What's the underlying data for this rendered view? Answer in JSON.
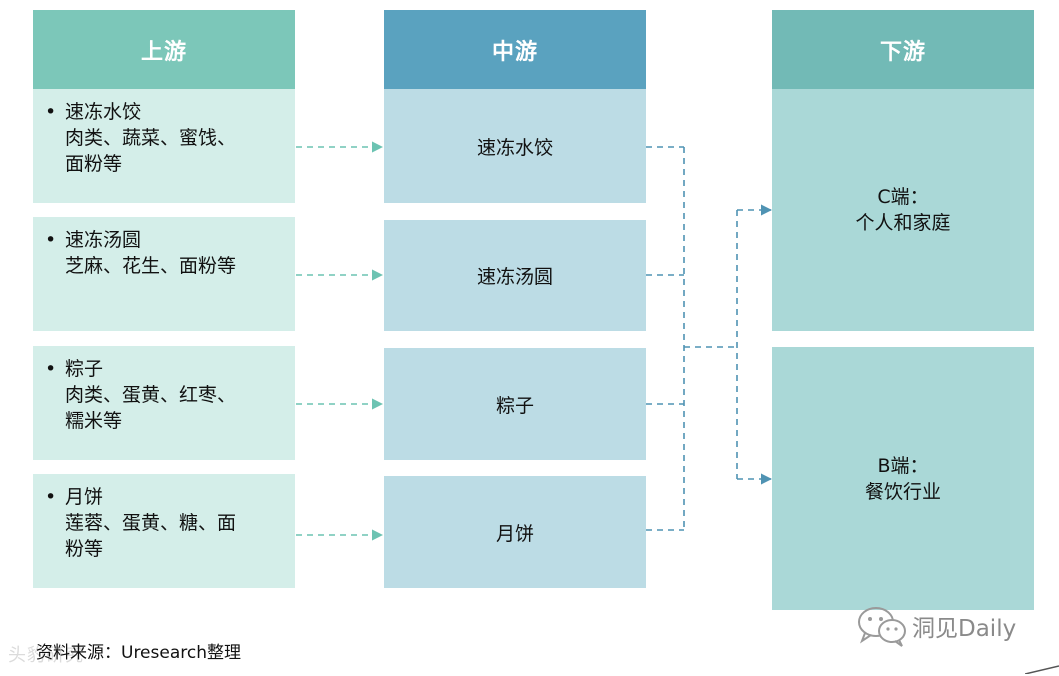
{
  "headers": {
    "upstream": "上游",
    "midstream": "中游",
    "downstream": "下游"
  },
  "upstream": [
    {
      "bullet": "•",
      "title": "速冻水饺",
      "materials_line1": "肉类、蔬菜、蜜饯、",
      "materials_line2": "面粉等"
    },
    {
      "bullet": "•",
      "title": "速冻汤圆",
      "materials_line1": "芝麻、花生、面粉等",
      "materials_line2": ""
    },
    {
      "bullet": "•",
      "title": "粽子",
      "materials_line1": "肉类、蛋黄、红枣、",
      "materials_line2": "糯米等"
    },
    {
      "bullet": "•",
      "title": "月饼",
      "materials_line1": "莲蓉、蛋黄、糖、面",
      "materials_line2": "粉等"
    }
  ],
  "midstream": [
    {
      "label": "速冻水饺"
    },
    {
      "label": "速冻汤圆"
    },
    {
      "label": "粽子"
    },
    {
      "label": "月饼"
    }
  ],
  "downstream": [
    {
      "line1": "C端：",
      "line2": "个人和家庭"
    },
    {
      "line1": "B端：",
      "line2": "餐饮行业"
    }
  ],
  "source": "资料来源：Uresearch整理",
  "source_watermark": "头豹研究",
  "watermark_brand": "洞见Daily",
  "colors": {
    "upstream_header": "#7cc7b9",
    "midstream_header": "#5aa2bf",
    "downstream_header": "#72bab6",
    "upstream_box": "#d4eee9",
    "midstream_box": "#bcdce5",
    "downstream_box": "#aad8d7",
    "connector_upstream": "#6cc3b2",
    "connector_downstream": "#4f93b3"
  },
  "icons": [
    "arrow-right-icon",
    "wechat-icon"
  ]
}
